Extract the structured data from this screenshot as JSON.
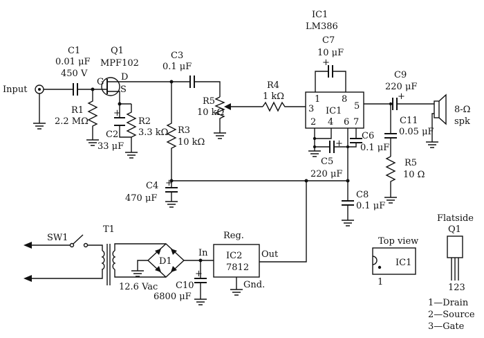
{
  "ic1": {
    "name": "IC1",
    "part": "LM386",
    "pin1": "1",
    "pin2": "2",
    "pin3": "3",
    "pin4": "4",
    "pin5": "5",
    "pin6": "6",
    "pin7": "7",
    "pin8": "8"
  },
  "input": {
    "label": "Input"
  },
  "c1": {
    "name": "C1",
    "value": "0.01 μF",
    "rating": "450 V"
  },
  "q1": {
    "name": "Q1",
    "part": "MPF102",
    "g": "G",
    "d": "D",
    "s": "S"
  },
  "r1": {
    "name": "R1",
    "value": "2.2 MΩ"
  },
  "c2": {
    "name": "C2",
    "value": "33 μF"
  },
  "r2": {
    "name": "R2",
    "value": "3.3 kΩ"
  },
  "r3": {
    "name": "R3",
    "value": "10 kΩ"
  },
  "c3": {
    "name": "C3",
    "value": "0.1 μF"
  },
  "r5pot": {
    "name": "R5",
    "value": "10 kΩ"
  },
  "r4": {
    "name": "R4",
    "value": "1 kΩ"
  },
  "c7": {
    "name": "C7",
    "value": "10 μF"
  },
  "c6": {
    "name": "C6",
    "value": "0.1 μF"
  },
  "c5": {
    "name": "C5",
    "value": "220 μF"
  },
  "c9": {
    "name": "C9",
    "value": "220 μF"
  },
  "c11": {
    "name": "C11",
    "value": "0.05 μF"
  },
  "r5b": {
    "name": "R5",
    "value": "10 Ω"
  },
  "speaker": {
    "value": "8-Ω",
    "label": "spk"
  },
  "c4": {
    "name": "C4",
    "value": "470 μF"
  },
  "c8": {
    "name": "C8",
    "value": "0.1 μF"
  },
  "power": {
    "sw1": "SW1",
    "t1": "T1",
    "secondary": "12.6 Vac",
    "d1": "D1",
    "c10": {
      "name": "C10",
      "value": "6800 μF"
    },
    "reg_title": "Reg.",
    "ic2": "IC2",
    "ic2_part": "7812",
    "in": "In",
    "out": "Out",
    "gnd": "Gnd."
  },
  "topview": {
    "title": "Top view",
    "label": "IC1",
    "pin": "1"
  },
  "q1pkg": {
    "title": "Flatside",
    "name": "Q1",
    "pins": "123",
    "legend": [
      "1—Drain",
      "2—Source",
      "3—Gate"
    ]
  },
  "plus": "+"
}
